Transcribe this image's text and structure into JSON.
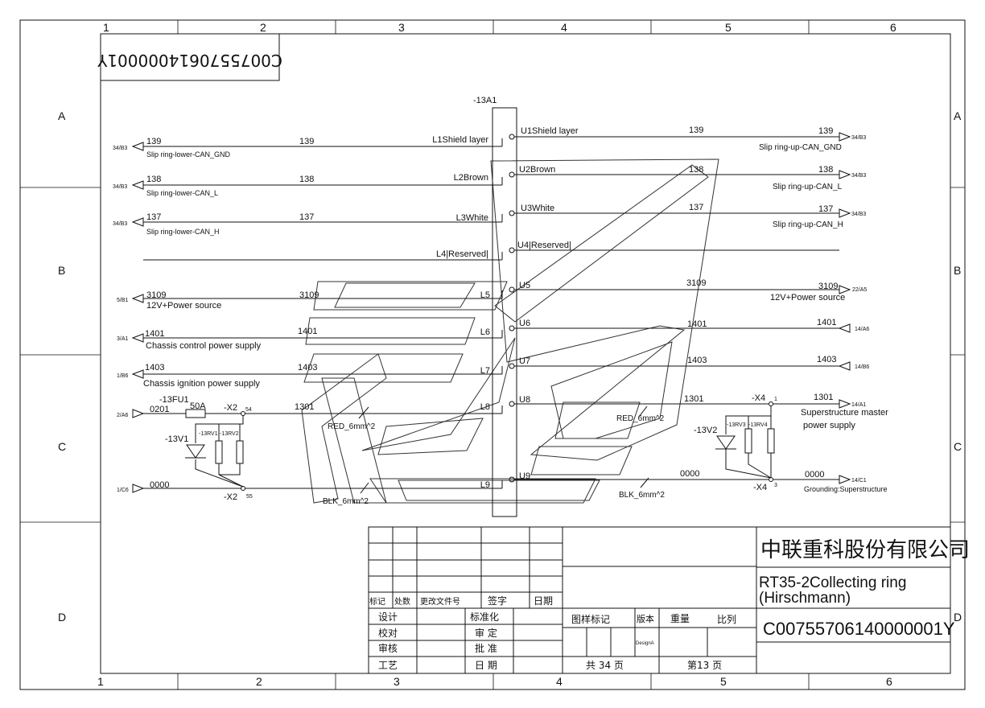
{
  "frame": {
    "cols": [
      "1",
      "2",
      "3",
      "4",
      "5",
      "6"
    ],
    "rows": [
      "A",
      "B",
      "C",
      "D"
    ]
  },
  "mirrored_code": "C0075570614000001Y",
  "module_id": "-13A1",
  "left_wires": [
    {
      "ref": "34/B3",
      "num1": "139",
      "desc": "Slip ring-lower-CAN_GND",
      "num2": "139",
      "term": "L1Shield layer"
    },
    {
      "ref": "34/B3",
      "num1": "138",
      "desc": "Slip ring-lower-CAN_L",
      "num2": "138",
      "term": "L2Brown"
    },
    {
      "ref": "34/B3",
      "num1": "137",
      "desc": "Slip ring-lower-CAN_H",
      "num2": "137",
      "term": "L3White"
    },
    {
      "ref": "",
      "num1": "",
      "desc": "",
      "num2": "",
      "term": "L4|Reserved|"
    },
    {
      "ref": "5/B1",
      "num1": "3109",
      "desc": "12V+Power source",
      "num2": "3109",
      "term": "L5"
    },
    {
      "ref": "3/A1",
      "num1": "1401",
      "desc": "Chassis control power supply",
      "num2": "1401",
      "term": "L6"
    },
    {
      "ref": "1/B6",
      "num1": "1403",
      "desc": "Chassis ignition power supply",
      "num2": "1403",
      "term": "L7"
    },
    {
      "ref": "2/A6",
      "num1": "0201",
      "desc": "",
      "num2": "1301",
      "term": "L8"
    },
    {
      "ref": "1/C6",
      "num1": "0000",
      "desc": "",
      "num2": "",
      "term": "L9"
    }
  ],
  "right_wires": [
    {
      "term": "U1Shield layer",
      "num1": "139",
      "num2": "139",
      "ref": "34/B3",
      "desc": "Slip ring-up-CAN_GND"
    },
    {
      "term": "U2Brown",
      "num1": "138",
      "num2": "138",
      "ref": "34/B3",
      "desc": "Slip ring-up-CAN_L"
    },
    {
      "term": "U3White",
      "num1": "137",
      "num2": "137",
      "ref": "34/B3",
      "desc": "Slip ring-up-CAN_H"
    },
    {
      "term": "U4|Reserved|",
      "num1": "",
      "num2": "",
      "ref": "",
      "desc": ""
    },
    {
      "term": "U5",
      "num1": "3109",
      "num2": "3109",
      "ref": "22/A5",
      "desc": "12V+Power source"
    },
    {
      "term": "U6",
      "num1": "1401",
      "num2": "1401",
      "ref": "14/A6",
      "desc": ""
    },
    {
      "term": "U7",
      "num1": "1403",
      "num2": "1403",
      "ref": "14/B6",
      "desc": ""
    },
    {
      "term": "U8",
      "num1": "1301",
      "num2": "1301",
      "ref": "14/A1",
      "desc": "Superstructure master"
    },
    {
      "term": "U9",
      "num1": "0000",
      "num2": "0000",
      "ref": "14/C1",
      "desc": "Grounding:Superstructure"
    }
  ],
  "right_desc_extra": "power supply",
  "components": {
    "fuse_id": "-13FU1",
    "fuse_rating": "50A",
    "x2": "-X2",
    "x2_pin_top": "54",
    "x2_pin_bottom": "55",
    "v1": "-13V1",
    "rv1": "-13RV1",
    "rv2": "-13RV2",
    "x4": "-X4",
    "x4_pin_top": "1",
    "x4_pin_bottom": "3",
    "v2": "-13V2",
    "rv3": "-13RV3",
    "rv4": "-13RV4"
  },
  "cable_labels": {
    "red_left": "RED_6mm^2",
    "blk_left": "BLK_6mm^2",
    "red_right": "RED_6mm^2",
    "blk_right": "BLK_6mm^2"
  },
  "title_block": {
    "company": "中联重科股份有限公司",
    "title": "RT35-2Collecting ring",
    "subtitle": "(Hirschmann)",
    "code": "C00755706140000001Y",
    "rev_headers": [
      "标记",
      "处数",
      "更改文件号",
      "签字",
      "日期"
    ],
    "roles_left": [
      "设计",
      "校对",
      "审核",
      "工艺"
    ],
    "roles_right": [
      "标准化",
      "审 定",
      "批 准",
      "日 期"
    ],
    "pattern_mark": "图样标记",
    "version": "版本",
    "weight": "重量",
    "scale": "比列",
    "design_tag": "DesignA",
    "total_pages": "共 34 页",
    "page": "第13 页"
  }
}
